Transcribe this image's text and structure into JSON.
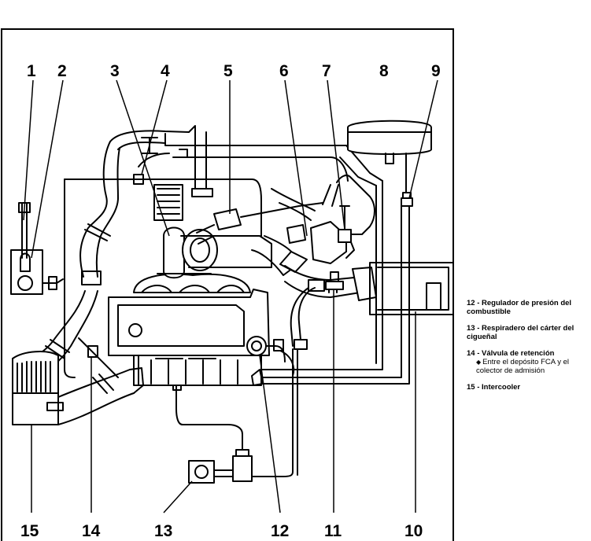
{
  "callouts": [
    "1",
    "2",
    "3",
    "4",
    "5",
    "6",
    "7",
    "8",
    "9",
    "10",
    "11",
    "12",
    "13",
    "14",
    "15"
  ],
  "legend": [
    {
      "num": "12",
      "text": "Regulador de presión del combustible",
      "sub": ""
    },
    {
      "num": "13",
      "text": "Respiradero del cárter del cigueñal",
      "sub": ""
    },
    {
      "num": "14",
      "text": "Válvula de retención",
      "sub": "Entre el depósito FCA y el colector de admisión"
    },
    {
      "num": "15",
      "text": "Intercooler",
      "sub": ""
    }
  ],
  "colors": {
    "line": "#000000",
    "background": "#ffffff",
    "part_fill": "#d9d9d9"
  }
}
